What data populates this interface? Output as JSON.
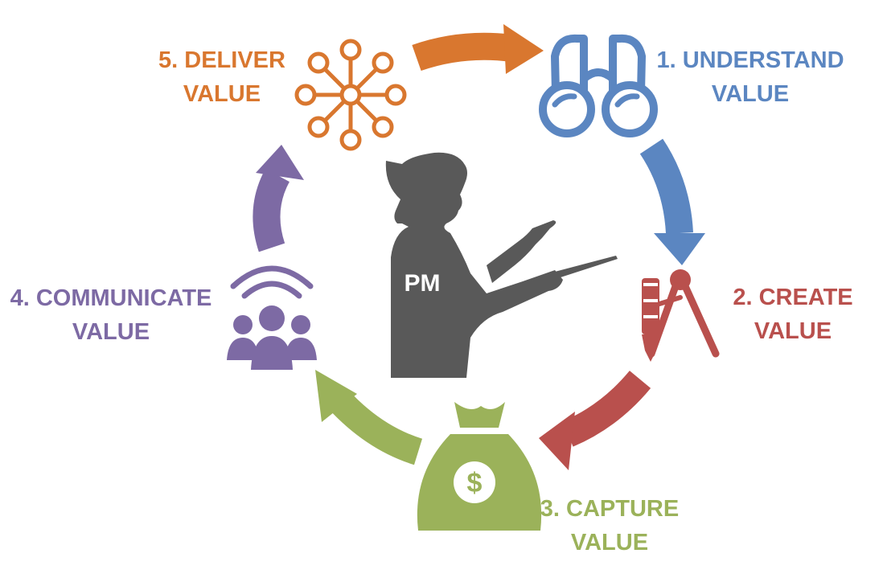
{
  "center": {
    "label": "PM"
  },
  "stages": [
    {
      "id": "understand",
      "line1": "1. UNDERSTAND",
      "line2": "VALUE",
      "color": "#5b86c1",
      "icon": "binoculars-icon"
    },
    {
      "id": "create",
      "line1": "2. CREATE",
      "line2": "VALUE",
      "color": "#b9504d",
      "icon": "design-tools-icon"
    },
    {
      "id": "capture",
      "line1": "3. CAPTURE",
      "line2": "VALUE",
      "color": "#9bb25a",
      "icon": "money-bag-icon"
    },
    {
      "id": "communicate",
      "line1": "4. COMMUNICATE",
      "line2": "VALUE",
      "color": "#7d6aa4",
      "icon": "audience-broadcast-icon"
    },
    {
      "id": "deliver",
      "line1": "5. DELIVER",
      "line2": "VALUE",
      "color": "#d9772f",
      "icon": "network-hub-icon"
    }
  ],
  "capture_icon_symbol": "$"
}
